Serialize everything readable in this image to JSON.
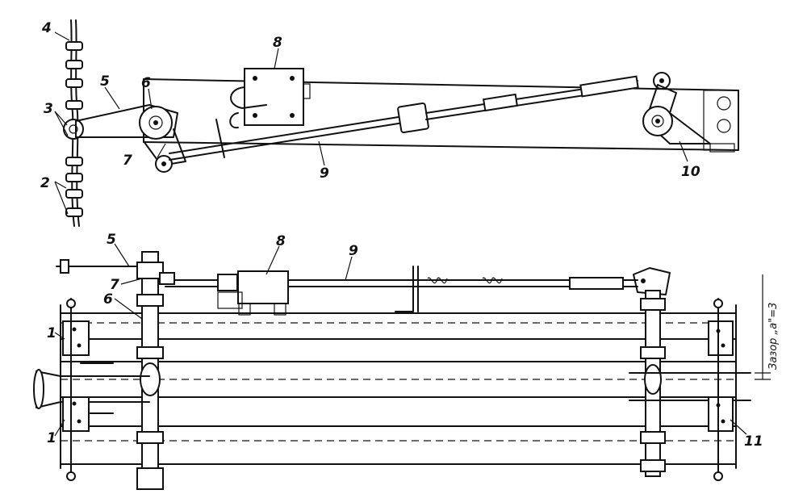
{
  "labels": {
    "top": {
      "l4": "4",
      "l5": "5",
      "l6": "6",
      "l3": "3",
      "l8": "8",
      "l7": "7",
      "l2": "2",
      "l9": "9",
      "l10": "10"
    },
    "bottom": {
      "l5": "5",
      "l8": "8",
      "l9": "9",
      "l7": "7",
      "l6": "6",
      "l1a": "1",
      "l1b": "1",
      "l11": "11"
    }
  },
  "gap_note": "Зазор „а\"=3"
}
